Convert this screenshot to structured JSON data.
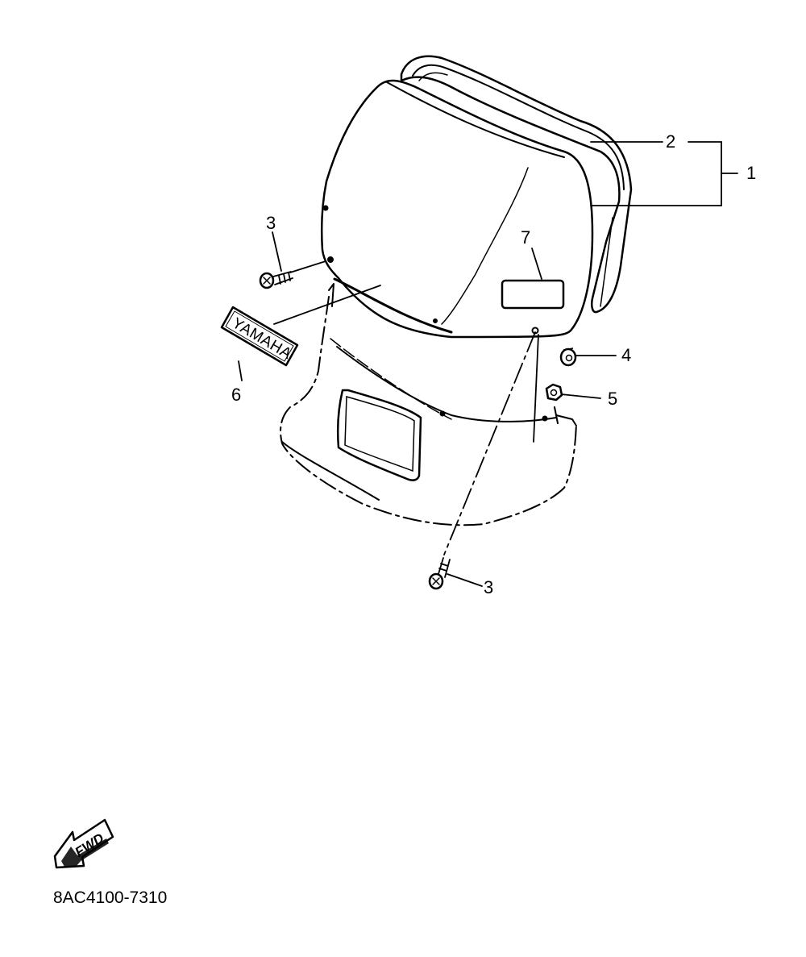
{
  "diagram": {
    "drawing_code": "8AC4100-7310",
    "emblem_text": "YAMAHA",
    "fwd_text": "FWD",
    "callouts": {
      "c1": "1",
      "c2": "2",
      "c3_upper": "3",
      "c3_lower": "3",
      "c4": "4",
      "c5": "5",
      "c6": "6",
      "c7": "7"
    }
  }
}
